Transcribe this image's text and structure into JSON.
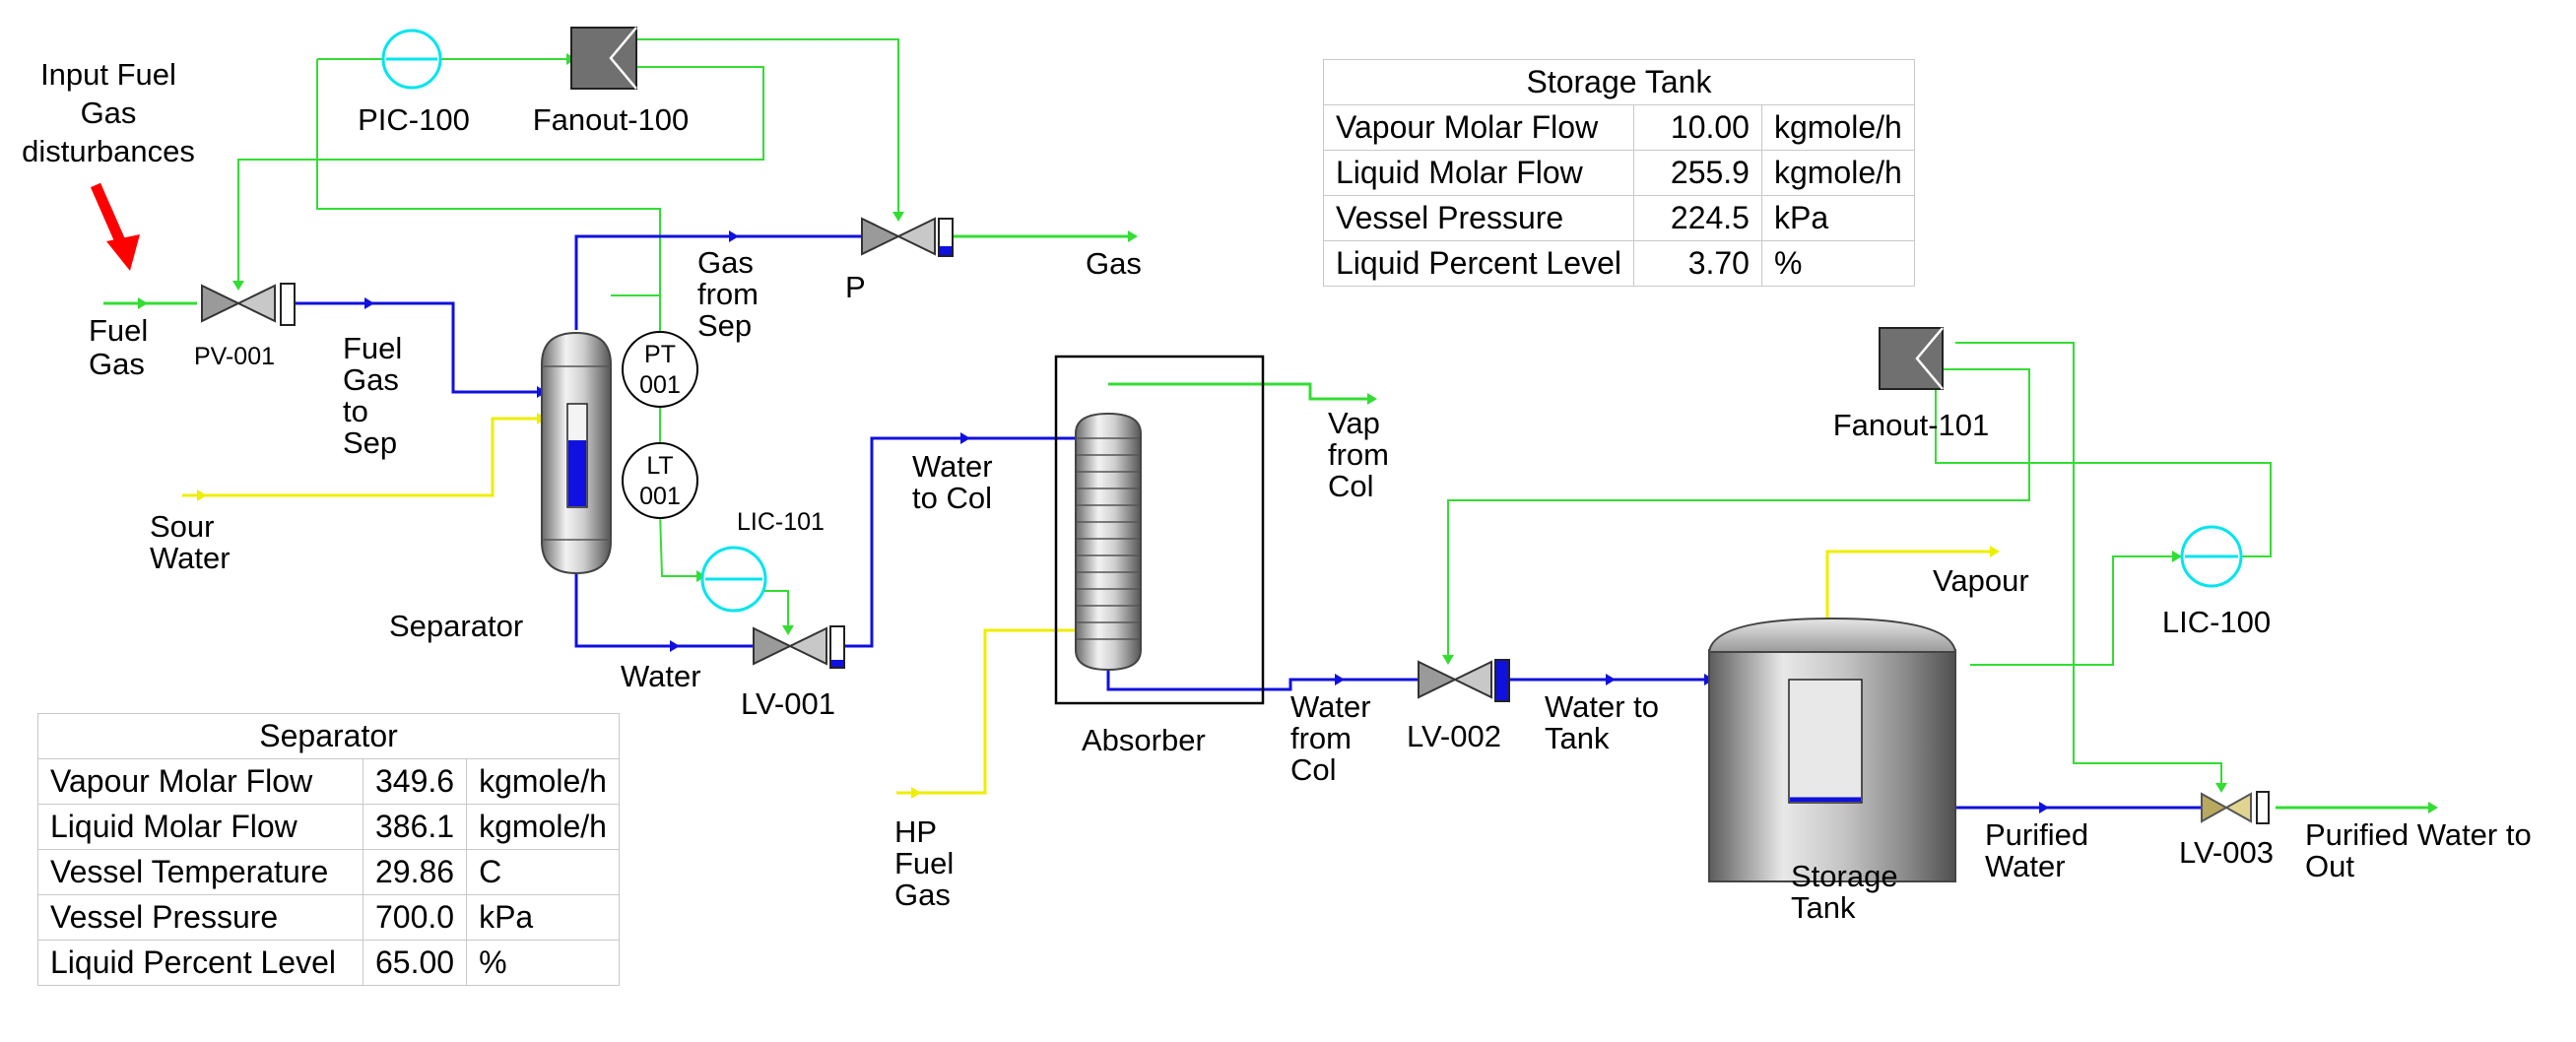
{
  "labels": {
    "disturbance": [
      "Input Fuel",
      "Gas",
      "disturbances"
    ],
    "fuel_gas": [
      "Fuel",
      "Gas"
    ],
    "pv001": "PV-001",
    "fuel_gas_to_sep": [
      "Fuel",
      "Gas",
      "to",
      "Sep"
    ],
    "sour_water": [
      "Sour",
      "Water"
    ],
    "pic100": "PIC-100",
    "fanout100": "Fanout-100",
    "gas_from_sep": [
      "Gas",
      "from",
      "Sep"
    ],
    "valve_p": "P",
    "gas": "Gas",
    "pt001": [
      "PT",
      "001"
    ],
    "lt001": [
      "LT",
      "001"
    ],
    "lic101": "LIC-101",
    "separator": "Separator",
    "water": "Water",
    "lv001": "LV-001",
    "water_to_col": [
      "Water",
      "to Col"
    ],
    "vap_from_col": [
      "Vap",
      "from",
      "Col"
    ],
    "absorber": "Absorber",
    "hp_fuel_gas": [
      "HP",
      "Fuel",
      "Gas"
    ],
    "water_from_col": [
      "Water",
      "from",
      "Col"
    ],
    "lv002": "LV-002",
    "water_to_tank": [
      "Water to",
      "Tank"
    ],
    "fanout101": "Fanout-101",
    "vapour": "Vapour",
    "lic100": "LIC-100",
    "storage_tank": [
      "Storage",
      "Tank"
    ],
    "purified_water": [
      "Purified",
      "Water"
    ],
    "lv003": "LV-003",
    "purified_water_out": [
      "Purified Water to",
      "Out"
    ]
  },
  "separator_table": {
    "title": "Separator",
    "rows": [
      {
        "name": "Vapour Molar Flow",
        "value": "349.6",
        "unit": "kgmole/h"
      },
      {
        "name": "Liquid Molar Flow",
        "value": "386.1",
        "unit": "kgmole/h"
      },
      {
        "name": "Vessel Temperature",
        "value": "29.86",
        "unit": "C"
      },
      {
        "name": "Vessel Pressure",
        "value": "700.0",
        "unit": "kPa"
      },
      {
        "name": "Liquid Percent Level",
        "value": "65.00",
        "unit": "%"
      }
    ]
  },
  "storage_tank_table": {
    "title": "Storage Tank",
    "rows": [
      {
        "name": "Vapour Molar Flow",
        "value": "10.00",
        "unit": "kgmole/h"
      },
      {
        "name": "Liquid Molar Flow",
        "value": "255.9",
        "unit": "kgmole/h"
      },
      {
        "name": "Vessel Pressure",
        "value": "224.5",
        "unit": "kPa"
      },
      {
        "name": "Liquid Percent Level",
        "value": "3.70",
        "unit": "%"
      }
    ]
  },
  "levels": {
    "separator_liquid_percent": 65.0,
    "storage_tank_liquid_percent": 3.7
  },
  "colors": {
    "liquid_stream": "#1010e0",
    "gas_stream": "#33dd33",
    "feed_stream": "#eeee00",
    "signal": "#33dd33",
    "controller": "#00e5ee",
    "fanout": "#707070",
    "disturbance_arrow": "#ff0000"
  }
}
